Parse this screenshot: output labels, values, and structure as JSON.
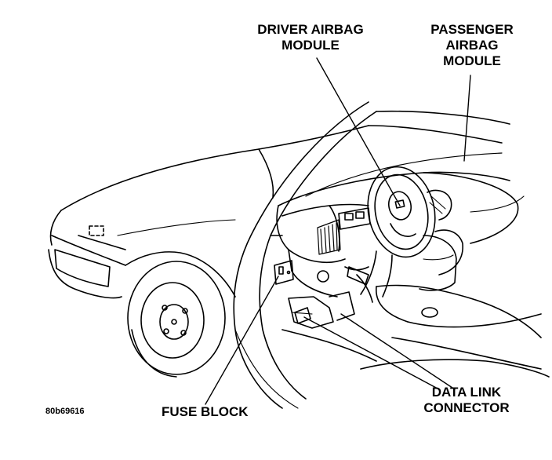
{
  "labels": {
    "driver_airbag": [
      "DRIVER AIRBAG",
      "MODULE"
    ],
    "passenger_airbag": [
      "PASSENGER",
      "AIRBAG",
      "MODULE"
    ],
    "fuse_block": [
      "FUSE BLOCK"
    ],
    "data_link_connector": [
      "DATA LINK",
      "CONNECTOR"
    ]
  },
  "figure_code": "80b69616",
  "colors": {
    "ink": "#000000",
    "paper": "#ffffff"
  }
}
